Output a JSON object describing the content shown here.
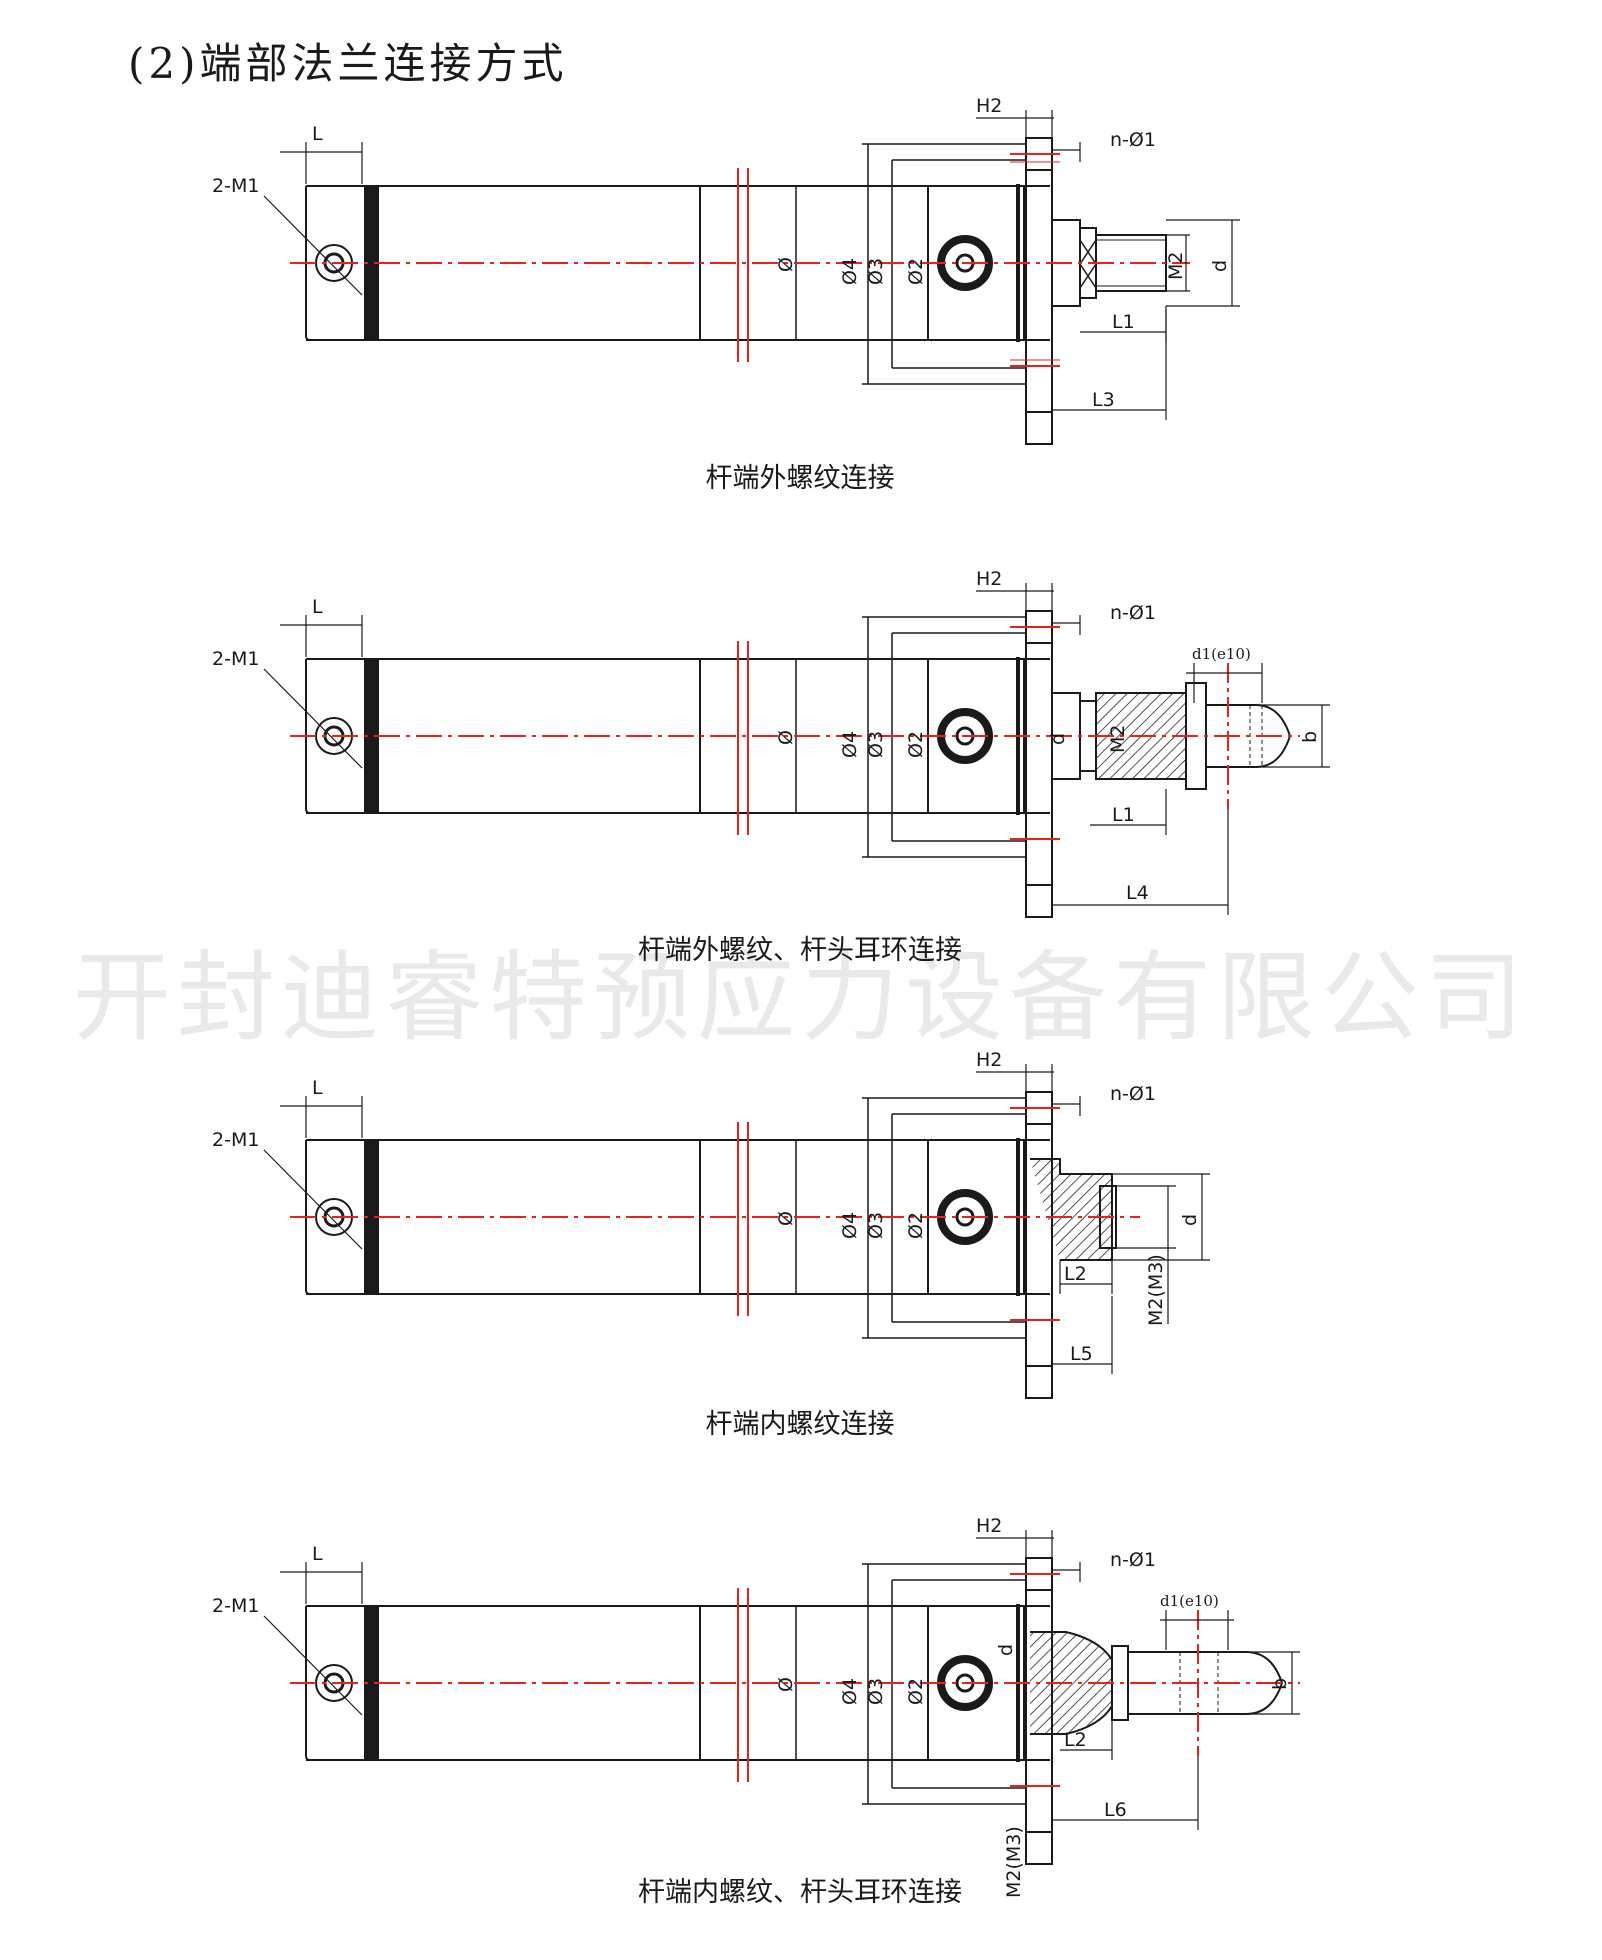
{
  "page": {
    "title": "(2)端部法兰连接方式",
    "watermark": "开封迪睿特预应力设备有限公司"
  },
  "diagrams": [
    {
      "caption": "杆端外螺纹连接",
      "labels": {
        "port": "2-M1",
        "L": "L",
        "H2": "H2",
        "holes": "n-Ø1",
        "phi": "Ø",
        "phi4": "Ø4",
        "phi3": "Ø3",
        "phi2": "Ø2",
        "M2": "M2",
        "d": "d",
        "L1": "L1",
        "L3": "L3"
      }
    },
    {
      "caption": "杆端外螺纹、杆头耳环连接",
      "labels": {
        "port": "2-M1",
        "L": "L",
        "H2": "H2",
        "holes": "n-Ø1",
        "phi": "Ø",
        "phi4": "Ø4",
        "phi3": "Ø3",
        "phi2": "Ø2",
        "M2": "M2",
        "d": "d",
        "L1": "L1",
        "L4": "L4",
        "d1": "d1(e10)",
        "b": "b"
      }
    },
    {
      "caption": "杆端内螺纹连接",
      "labels": {
        "port": "2-M1",
        "L": "L",
        "H2": "H2",
        "holes": "n-Ø1",
        "phi": "Ø",
        "phi4": "Ø4",
        "phi3": "Ø3",
        "phi2": "Ø2",
        "M2M3": "M2(M3)",
        "d": "d",
        "L2": "L2",
        "L5": "L5"
      }
    },
    {
      "caption": "杆端内螺纹、杆头耳环连接",
      "labels": {
        "port": "2-M1",
        "L": "L",
        "H2": "H2",
        "holes": "n-Ø1",
        "phi": "Ø",
        "phi4": "Ø4",
        "phi3": "Ø3",
        "phi2": "Ø2",
        "M2M3": "M2(M3)",
        "d": "d",
        "L2": "L2",
        "L6": "L6",
        "d1": "d1(e10)",
        "b": "b"
      }
    }
  ]
}
